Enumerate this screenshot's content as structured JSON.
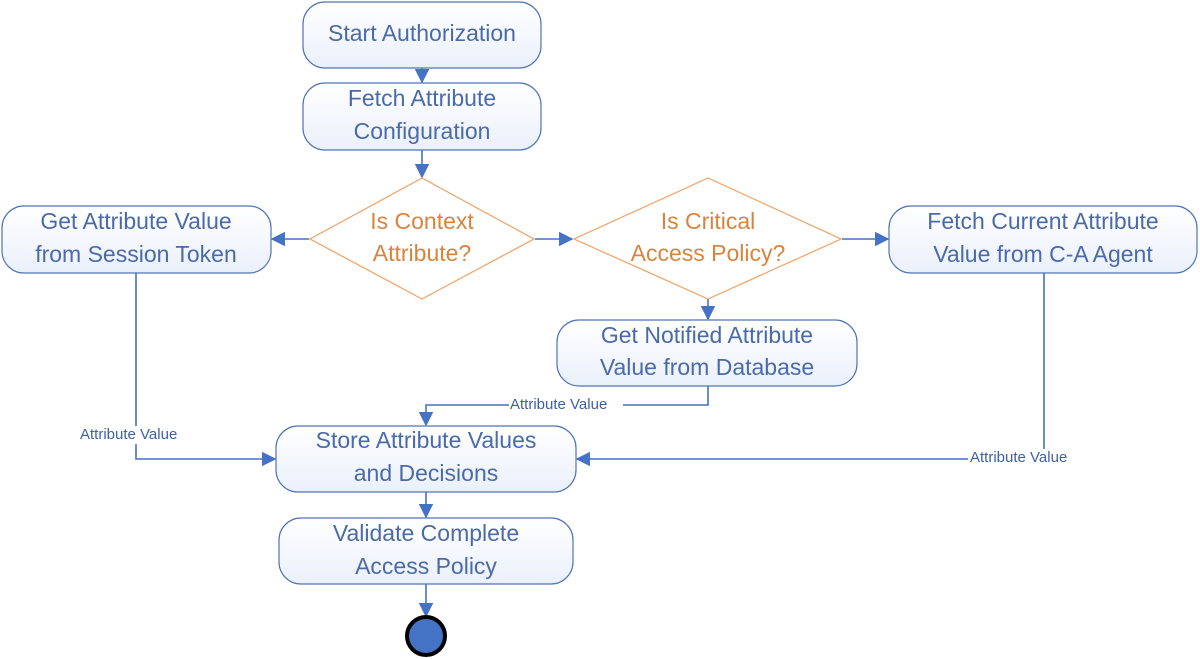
{
  "nodes": {
    "start": {
      "lines": [
        "Start Authorization"
      ]
    },
    "fetch_config": {
      "lines": [
        "Fetch Attribute",
        "Configuration"
      ]
    },
    "context_decision": {
      "lines": [
        "Is Context",
        "Attribute?"
      ]
    },
    "critical_decision": {
      "lines": [
        "Is Critical",
        "Access Policy?"
      ]
    },
    "session_token": {
      "lines": [
        "Get Attribute Value",
        "from Session Token"
      ]
    },
    "ca_agent": {
      "lines": [
        "Fetch Current Attribute",
        "Value from C-A Agent"
      ]
    },
    "database": {
      "lines": [
        "Get Notified Attribute",
        "Value from Database"
      ]
    },
    "store": {
      "lines": [
        "Store Attribute Values",
        "and Decisions"
      ]
    },
    "validate": {
      "lines": [
        "Validate Complete",
        "Access Policy"
      ]
    }
  },
  "edge_labels": {
    "database_to_store": "Attribute Value",
    "session_to_store": "Attribute Value",
    "agent_to_store": "Attribute Value"
  },
  "colors": {
    "process_stroke": "#4f74b5",
    "process_text": "#4a6aa8",
    "decision_stroke": "#f0a060",
    "decision_text": "#d8843d",
    "edge": "#4472c4",
    "end_fill": "#4472c4",
    "end_stroke": "#000000"
  }
}
